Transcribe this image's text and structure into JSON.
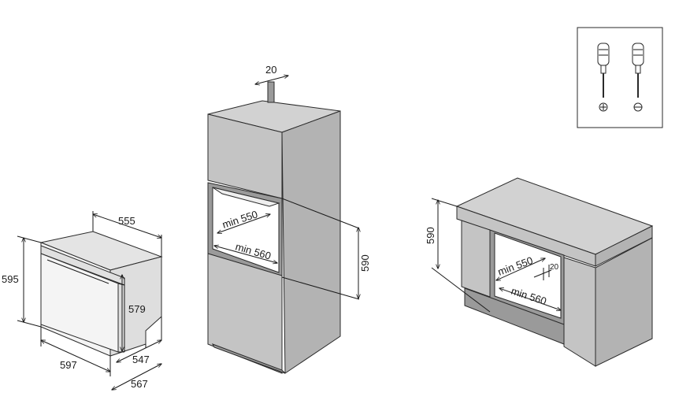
{
  "oven": {
    "width": "597",
    "height": "595",
    "depth": "555",
    "door_height": "579",
    "depth_inner": "547",
    "depth_total": "567"
  },
  "tall_cabinet": {
    "gap": "20",
    "niche_depth": "min 550",
    "niche_width": "min 560",
    "niche_height": "590"
  },
  "under_counter": {
    "niche_height": "590",
    "niche_depth": "min 550",
    "niche_width": "min 560",
    "gap": "20"
  },
  "tools": [
    "phillips-screwdriver",
    "flat-screwdriver"
  ]
}
